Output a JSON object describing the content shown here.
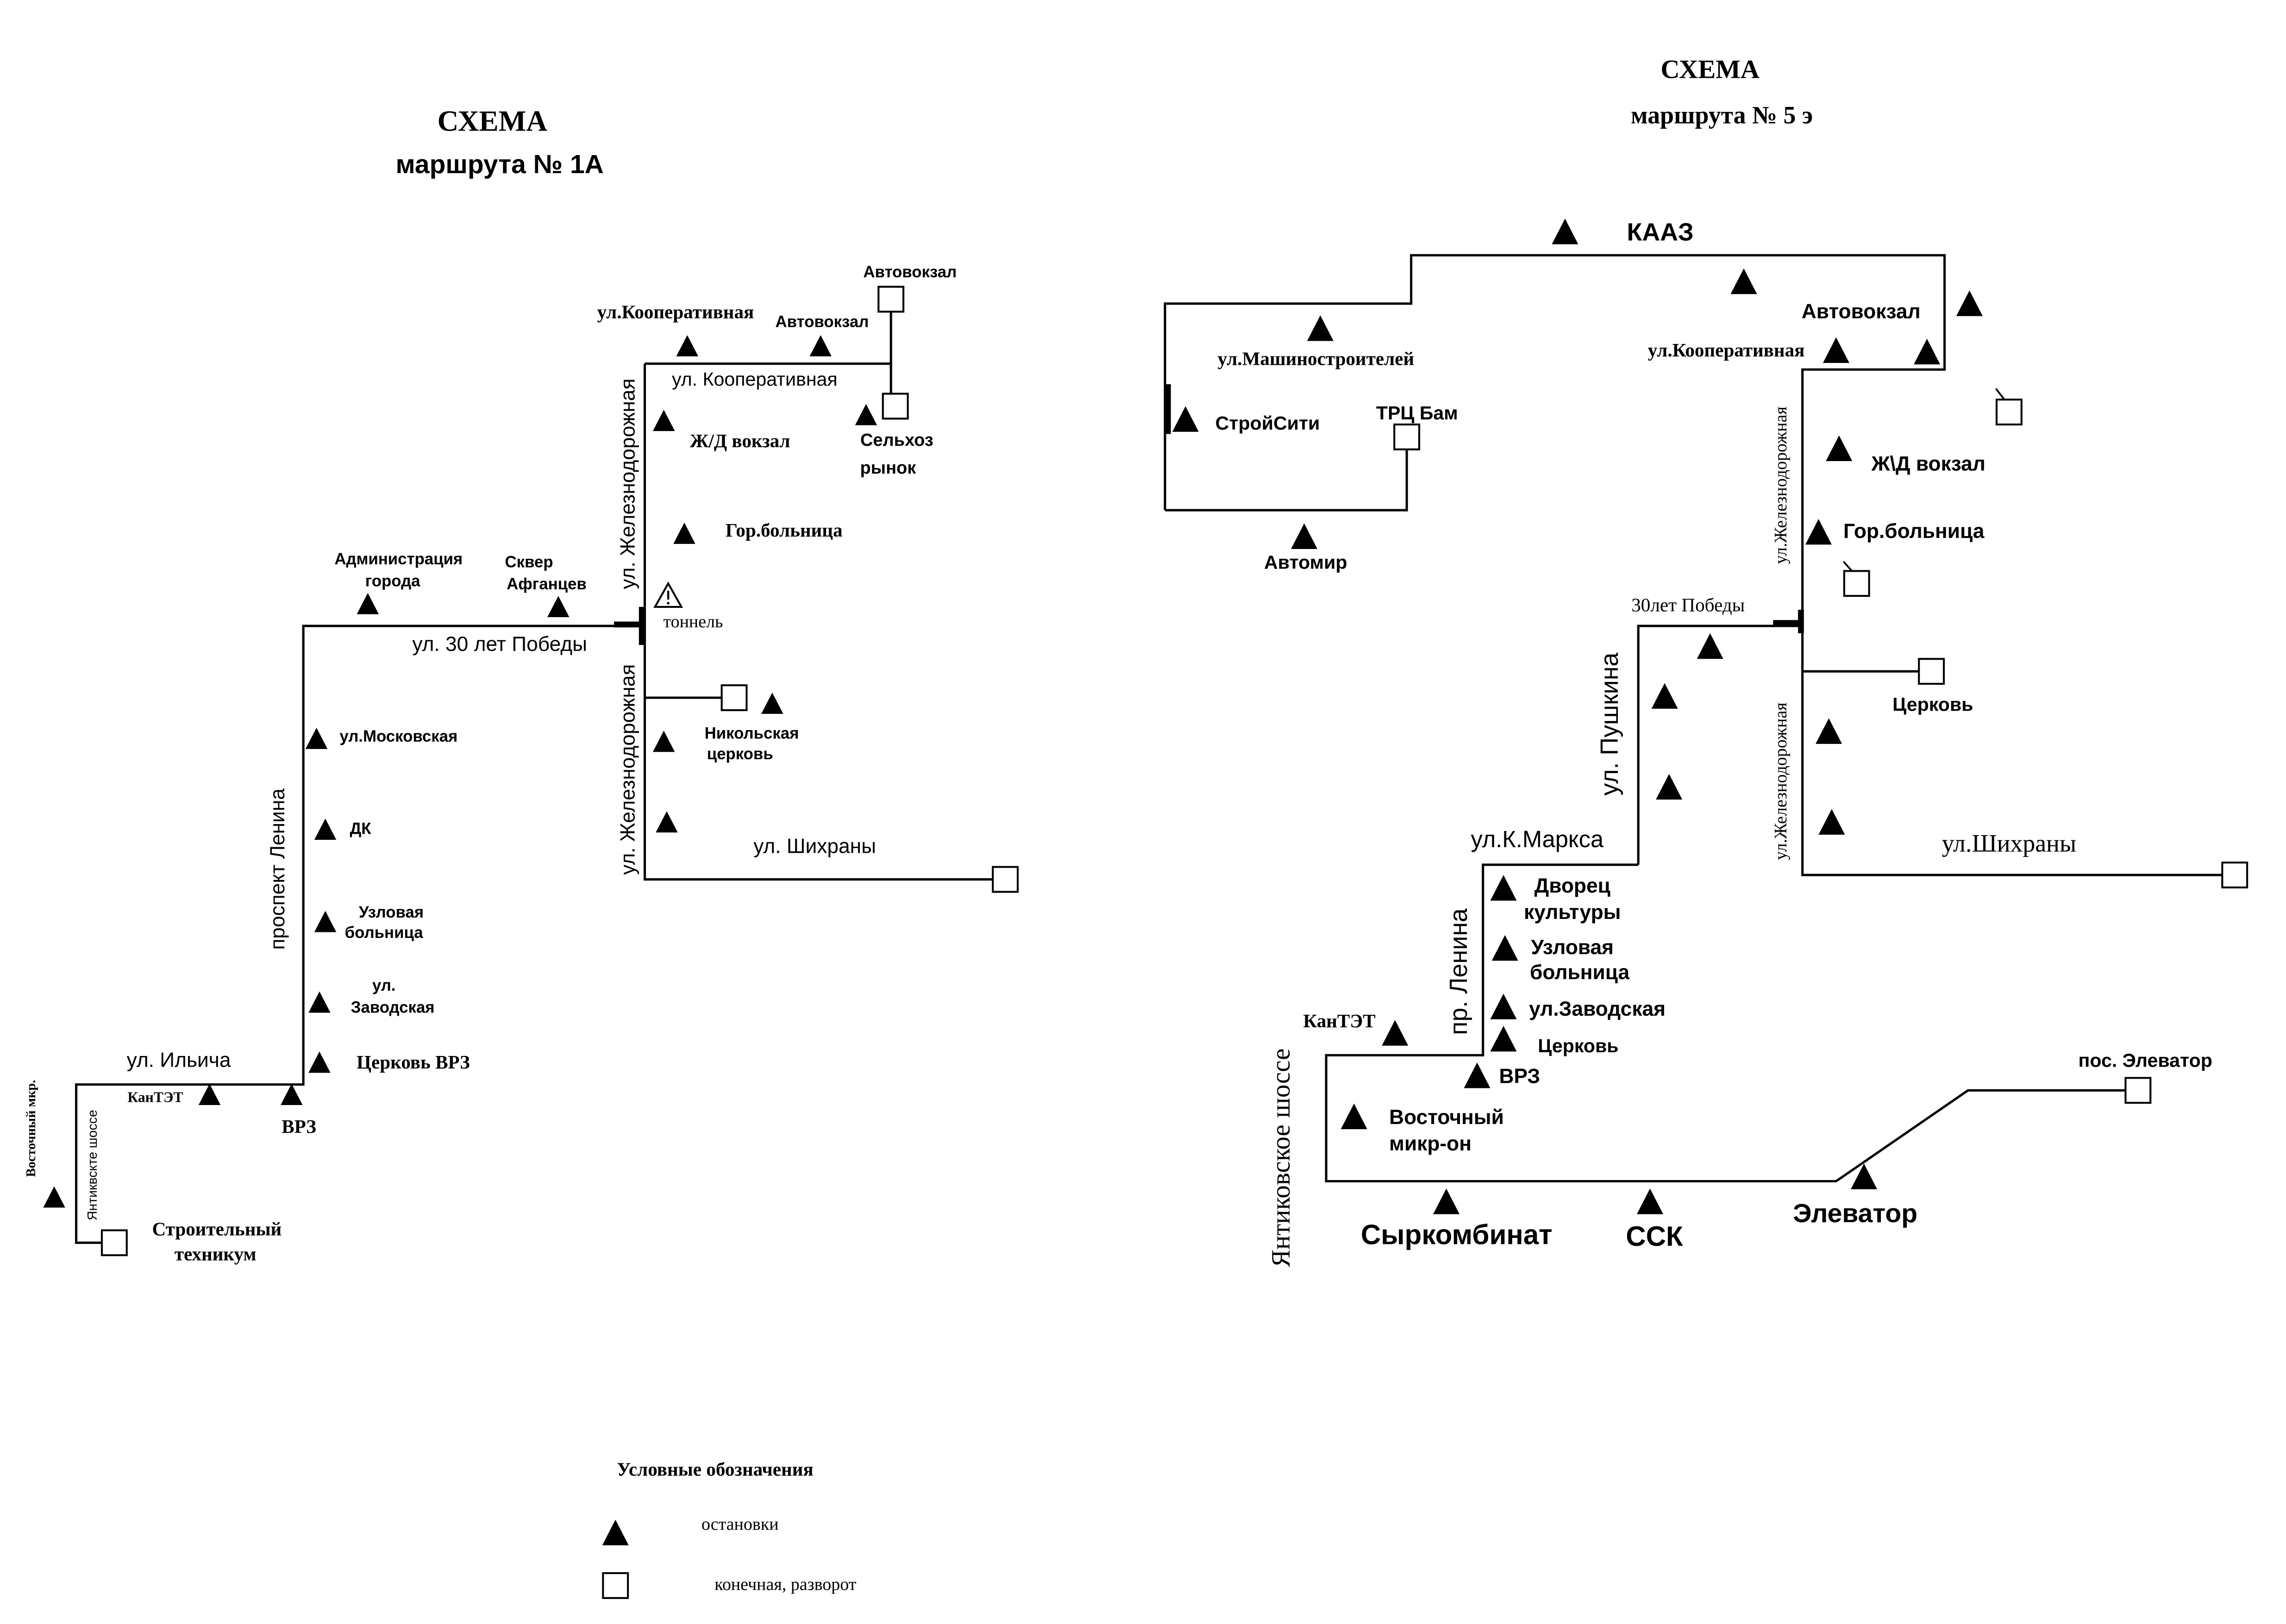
{
  "colors": {
    "ink": "#000000",
    "paper": "#ffffff"
  },
  "icons": {
    "stop": "filled-triangle-icon",
    "terminal": "square-icon",
    "tunnel": "warning-triangle-icon"
  },
  "route_1a": {
    "title": "СХЕМА",
    "subtitle": "маршрута № 1А",
    "streets": {
      "kooperativnaya": "ул. Кооперативная",
      "zheleznodorozhnaya_north": "ул. Железнодорожная",
      "zheleznodorozhnaya_south": "ул. Железнодорожная",
      "pobedy": "ул. 30 лет Победы",
      "shikhrany": "ул. Шихраны",
      "lenina": "проспект Ленина",
      "ilyicha": "ул. Ильича",
      "yantikovskoe": "Янтиквскте шоссе"
    },
    "stops": {
      "kooperativnaya": "ул.Кооперативная",
      "avtovokzal": "Автовокзал",
      "zhd_vokzal": "Ж/Д вокзал",
      "gorbolnitsa": "Гор.больница",
      "tunnel": "тоннель",
      "administratsiya": [
        "Администрация",
        "города"
      ],
      "skver": [
        "Сквер",
        "Афганцев"
      ],
      "nikolskaya": [
        "Никольская",
        "церковь"
      ],
      "moskovskaya": "ул.Московская",
      "dk": "ДК",
      "uzlovaya": [
        "Узловая",
        "больница"
      ],
      "zavodskaya": [
        "ул.",
        "Заводская"
      ],
      "tserkov_vrz": "Церковь ВРЗ",
      "kantet": "КанТЭТ",
      "vrz": "ВРЗ",
      "vostochny": "Восточный мкр."
    },
    "terminals": {
      "avtovokzal": "Автовокзал",
      "selkhoz_rynok": [
        "Сельхоз",
        "рынок"
      ],
      "tekhnikum": [
        "Строительный",
        "техникум"
      ]
    }
  },
  "route_5e": {
    "title": "СХЕМА",
    "subtitle": "маршрута  № 5 э",
    "streets": {
      "pobedy": "30лет Победы",
      "pushkina": "ул. Пушкина",
      "zheleznodorozhnaya_north": "ул.Железнодорожная",
      "zheleznodorozhnaya_south": "ул.Железнодорожная",
      "marksa": "ул.К.Маркса",
      "lenina": "пр. Ленина",
      "yantikovskoe": "Янтиковское шоссе",
      "shikhrany": "ул.Шихраны"
    },
    "stops": {
      "kaaz": "КААЗ",
      "avtovokzal": "Автовокзал",
      "kooperativnaya": "ул.Кооперативная",
      "mashinostroiteley": "ул.Машиностроителей",
      "stroysiti": "СтройСити",
      "avtomir": "Автомир",
      "zhd_vokzal": "Ж\\Д вокзал",
      "gorbolnitsa": "Гор.больница",
      "dvorets": [
        "Дворец",
        "культуры"
      ],
      "uzlovaya": [
        "Узловая",
        "больница"
      ],
      "zavodskaya": "ул.Заводская",
      "tserkov": "Церковь",
      "vrz": "ВРЗ",
      "kantet": "КанТЭТ",
      "vostochny": [
        "Восточный",
        "микр-он"
      ],
      "syrkombinat": "Сыркомбинат",
      "ssk": "ССК",
      "elevator": "Элеватор"
    },
    "terminals": {
      "trc_bam": "ТРЦ Бам",
      "tserkov": "Церковь",
      "pos_elevator": "пос. Элеватор"
    }
  },
  "legend": {
    "title": "Условные обозначения",
    "stop": "остановки",
    "terminal": "конечная, разворот"
  }
}
